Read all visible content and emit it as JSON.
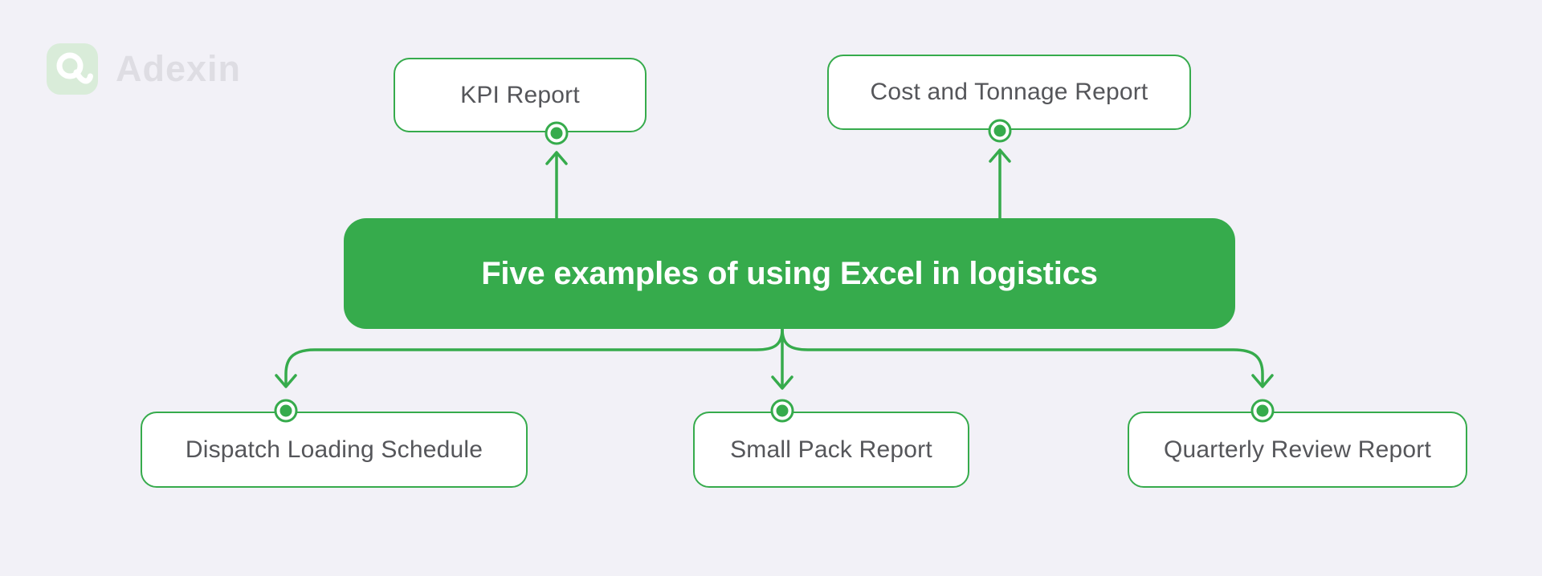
{
  "page": {
    "background": "#f2f1f7",
    "accent": "#36ab4c",
    "node_text": "#55565a",
    "node_fill": "#ffffff"
  },
  "logo": {
    "brand": "Adexin",
    "tile_color": "#d9ecd9",
    "wordmark_color": "#dedde3",
    "mark": "adexin-a-icon"
  },
  "diagram": {
    "title": "Five examples of using Excel in logistics",
    "title_color": "#ffffff",
    "nodes": [
      {
        "id": "kpi-report",
        "label": "KPI Report",
        "position": "top-left"
      },
      {
        "id": "cost-and-tonnage-report",
        "label": "Cost and Tonnage Report",
        "position": "top-right"
      },
      {
        "id": "dispatch-loading-schedule",
        "label": "Dispatch Loading Schedule",
        "position": "bottom-left"
      },
      {
        "id": "small-pack-report",
        "label": "Small Pack Report",
        "position": "bottom-center"
      },
      {
        "id": "quarterly-review-report",
        "label": "Quarterly Review Report",
        "position": "bottom-right"
      }
    ]
  }
}
